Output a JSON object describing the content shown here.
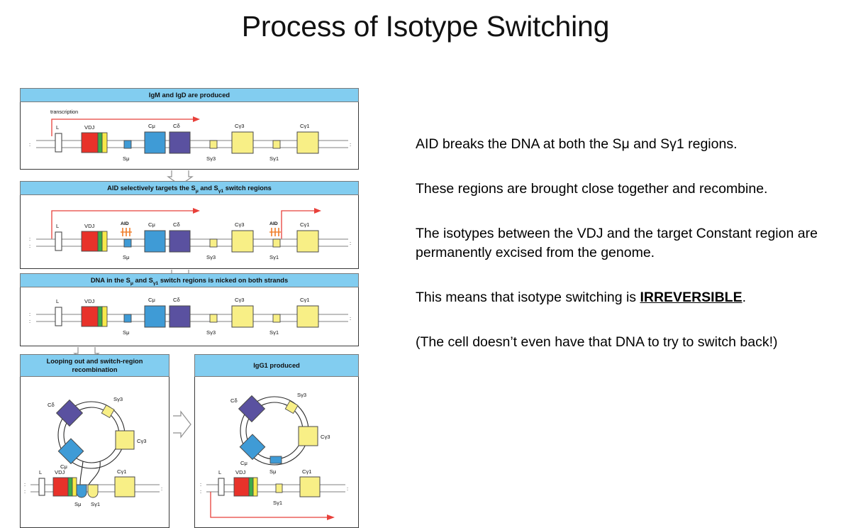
{
  "slide": {
    "title": "Process of Isotype Switching"
  },
  "body_text": {
    "paragraphs": [
      {
        "id": "p1",
        "text": "AID breaks the DNA at both the Sμ and Sγ1 regions.",
        "emphasis": null
      },
      {
        "id": "p2",
        "text": "These regions are brought close together and recombine.",
        "emphasis": null
      },
      {
        "id": "p3",
        "text": "The isotypes between the VDJ and the target Constant region are permanently excised from the genome.",
        "emphasis": null
      },
      {
        "id": "p4",
        "text": "This means that isotype switching is ",
        "emphasis": "IRREVERSIBLE",
        "tail": "."
      },
      {
        "id": "p5",
        "text": "(The cell doesn’t even have that DNA to try to switch back!)",
        "emphasis": null
      }
    ]
  },
  "figure": {
    "panels": [
      {
        "id": "panel1",
        "header": "IgM and IgD are produced",
        "transcription_label": "transcription",
        "segments": [
          "L",
          "VDJ",
          "Cμ",
          "Cδ",
          "Cγ3",
          "Cγ1"
        ],
        "switch_regions": [
          "Sμ",
          "Sγ3",
          "Sγ1"
        ],
        "aid_labels": []
      },
      {
        "id": "panel2",
        "header_parts": [
          "AID selectively targets the S",
          "μ",
          " and S",
          "γ1",
          " switch regions"
        ],
        "header": "AID selectively targets the Sμ and Sγ1 switch regions",
        "segments": [
          "L",
          "VDJ",
          "Cμ",
          "Cδ",
          "Cγ3",
          "Cγ1"
        ],
        "switch_regions": [
          "Sμ",
          "Sγ3",
          "Sγ1"
        ],
        "aid_labels": [
          "AID",
          "AID"
        ]
      },
      {
        "id": "panel3",
        "header": "DNA in the Sμ and Sγ1 switch regions is nicked on both strands",
        "segments": [
          "L",
          "VDJ",
          "Cμ",
          "Cδ",
          "Cγ3",
          "Cγ1"
        ],
        "switch_regions": [
          "Sμ",
          "Sγ3",
          "Sγ1"
        ],
        "aid_labels": []
      },
      {
        "id": "panel4",
        "header": "Looping out and switch-region recombination",
        "header_line1": "Looping out and switch-region",
        "header_line2": "recombination",
        "loop_labels": [
          "Cδ",
          "Sγ3",
          "Cγ3",
          "Cμ"
        ],
        "segments": [
          "L",
          "VDJ",
          "Cγ1"
        ],
        "switch_regions": [
          "Sμ",
          "Sγ1"
        ]
      },
      {
        "id": "panel5",
        "header": "IgG1 produced",
        "loop_labels": [
          "Cδ",
          "Sγ3",
          "Cγ3",
          "Cμ",
          "Sμ"
        ],
        "segments": [
          "L",
          "VDJ",
          "Cγ1"
        ],
        "switch_regions": [
          "Sγ1"
        ]
      }
    ],
    "colors": {
      "header_blue": "#82cdf0",
      "vdj_red": "#e8322a",
      "vdj_green": "#3bab4a",
      "vdj_yellow": "#f7e84a",
      "c_mu_blue": "#3f9bd6",
      "c_delta_purple": "#5a51a0",
      "c_gamma_yellow": "#f8ef86",
      "s_mu_blue": "#3f9bd6",
      "transcription_red": "#e8403a",
      "aid_orange": "#f07c28",
      "dna_line_gray": "#9a9a9a",
      "panel_border": "#3a3a3a",
      "connector_gray": "#8f8f8f"
    }
  }
}
